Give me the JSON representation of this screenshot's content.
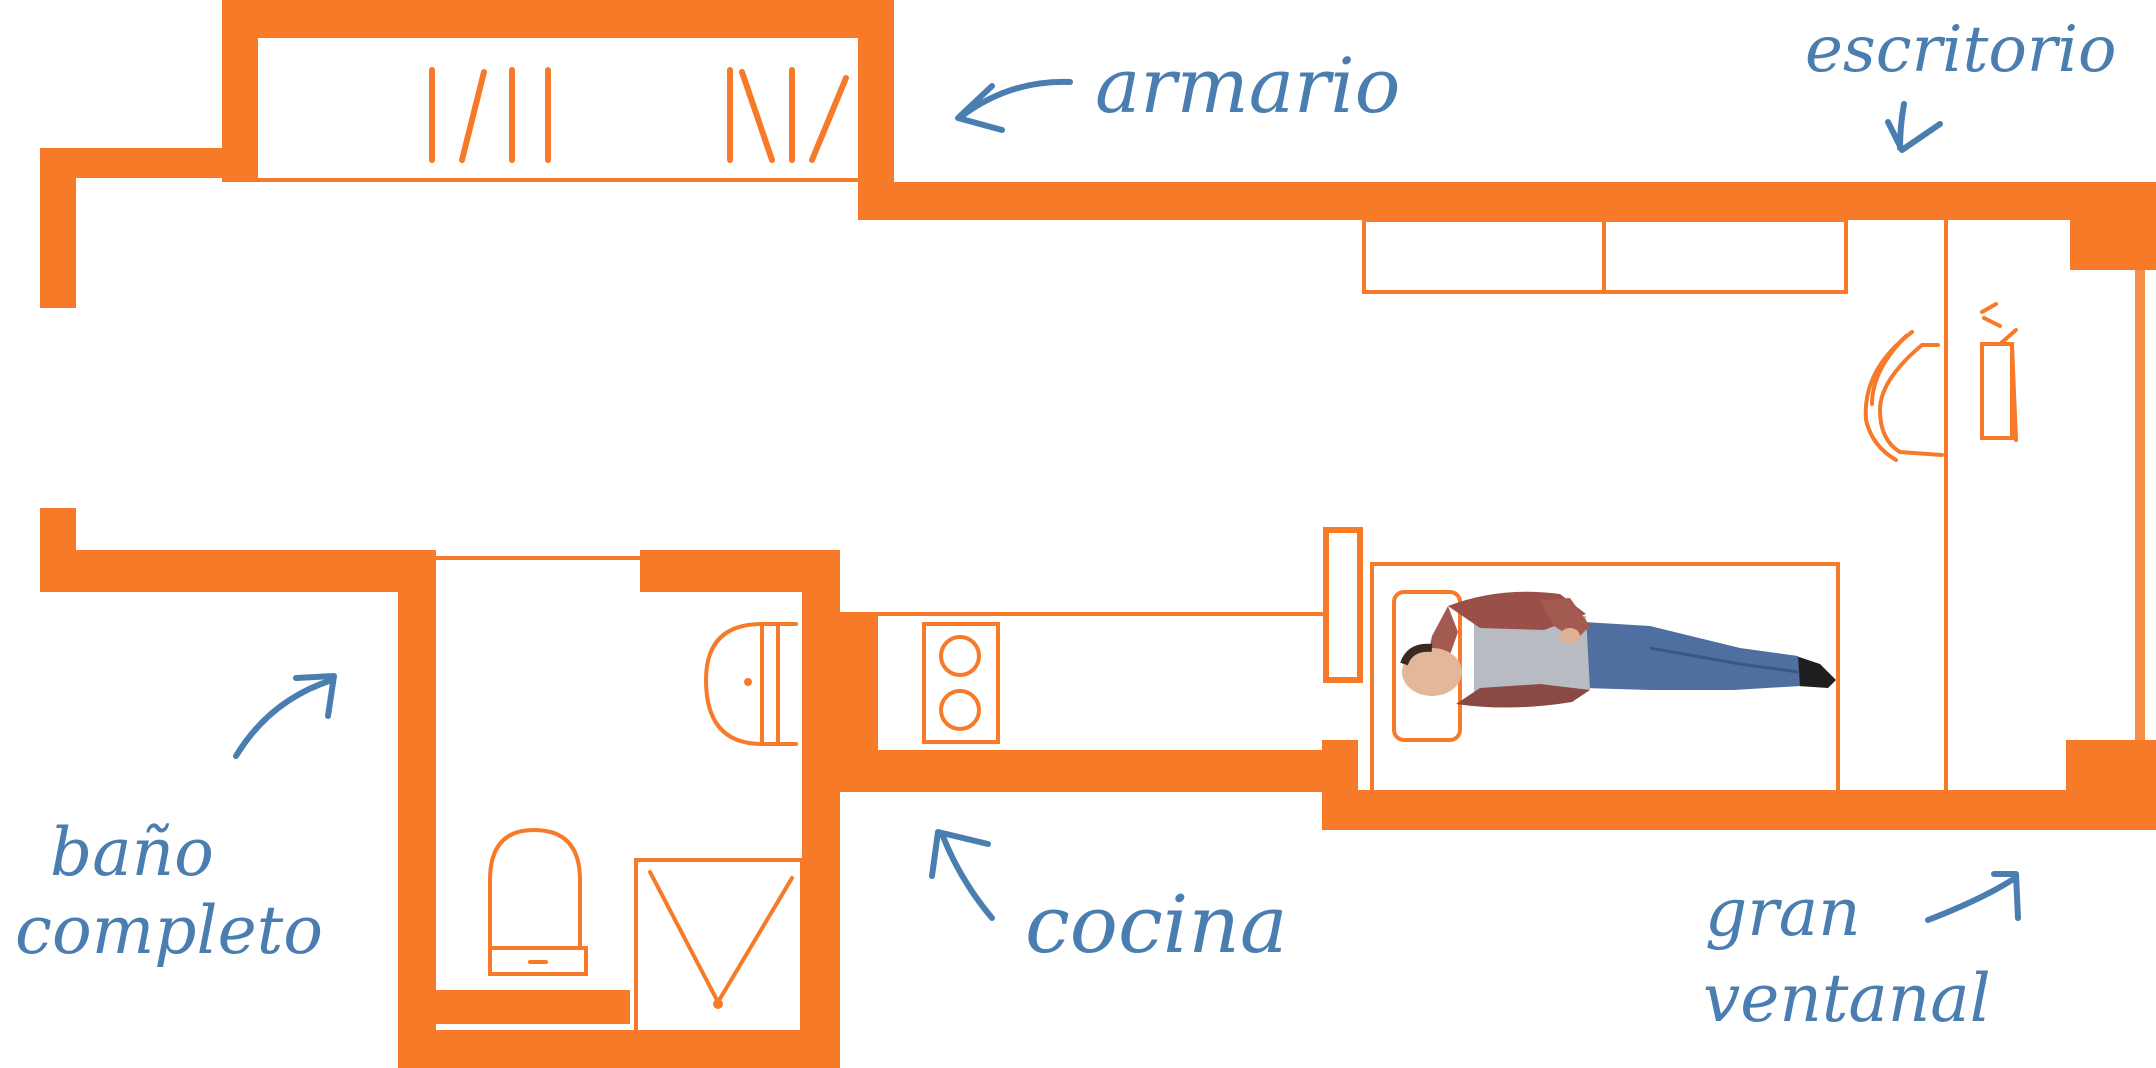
{
  "labels": {
    "armario": "armario",
    "escritorio": "escritorio",
    "bano_line1": "baño",
    "bano_line2": "completo",
    "cocina": "cocina",
    "ventanal_line1": "gran",
    "ventanal_line2": "ventanal"
  },
  "colors": {
    "walls": "#f77a28",
    "annotation": "#4a7db0",
    "background": "#ffffff"
  },
  "icons": [
    "arrow-icon",
    "wardrobe-icon",
    "desk-icon",
    "chair-icon",
    "bed-icon",
    "person-figure-icon",
    "stove-icon",
    "sink-icon",
    "toilet-icon",
    "shower-icon"
  ]
}
